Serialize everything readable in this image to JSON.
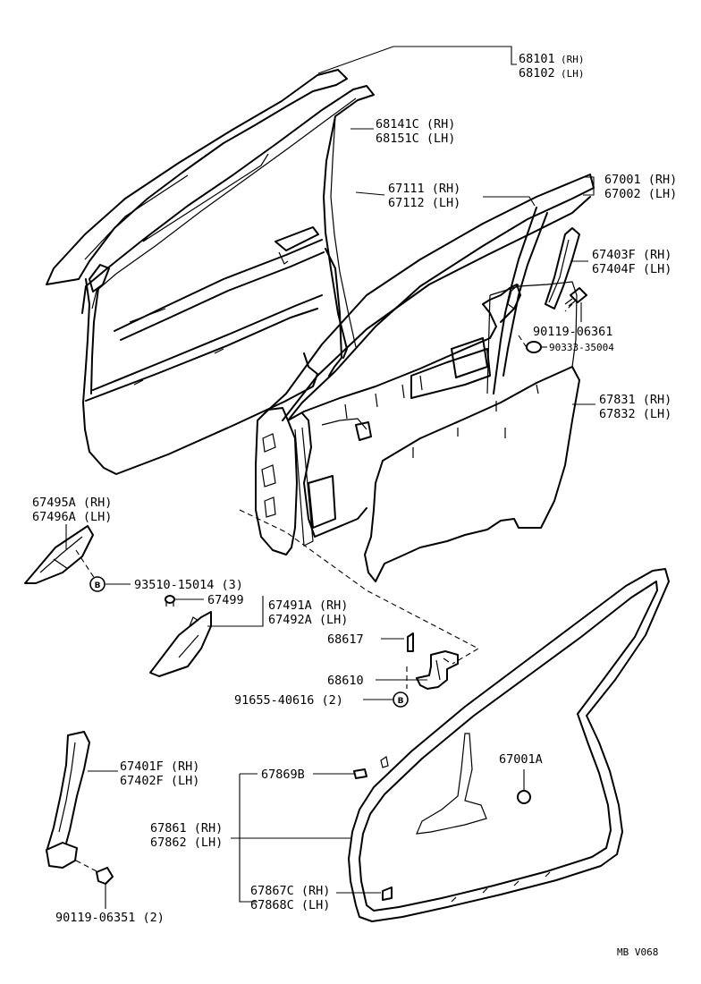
{
  "labels": {
    "p68101": "68101",
    "p68101_side": "(RH)",
    "p68102": "68102",
    "p68102_side": "(LH)",
    "p68141c": "68141C (RH)",
    "p68151c": "68151C (LH)",
    "p67111": "67111 (RH)",
    "p67112": "67112 (LH)",
    "p67001": "67001 (RH)",
    "p67002": "67002 (LH)",
    "p67403f": "67403F (RH)",
    "p67404f": "67404F (LH)",
    "p90119_06361": "90119-06361",
    "p90333": "90333-35004",
    "p67831": "67831 (RH)",
    "p67832": "67832 (LH)",
    "p67495a": "67495A (RH)",
    "p67496a": "67496A (LH)",
    "p93510": "93510-15014 (3)",
    "p67499": "67499",
    "p67491a": "67491A (RH)",
    "p67492a": "67492A (LH)",
    "p68617": "68617",
    "p68610": "68610",
    "p91655": "91655-40616 (2)",
    "p67401f": "67401F (RH)",
    "p67402f": "67402F (LH)",
    "p67869b": "67869B",
    "p67001a": "67001A",
    "p67861": "67861 (RH)",
    "p67862": "67862 (LH)",
    "p67867c": "67867C (RH)",
    "p67868c": "67868C (LH)",
    "p90119_06351": "90119-06351 (2)",
    "b_mark": "B",
    "footer_code": "MB  V068"
  }
}
